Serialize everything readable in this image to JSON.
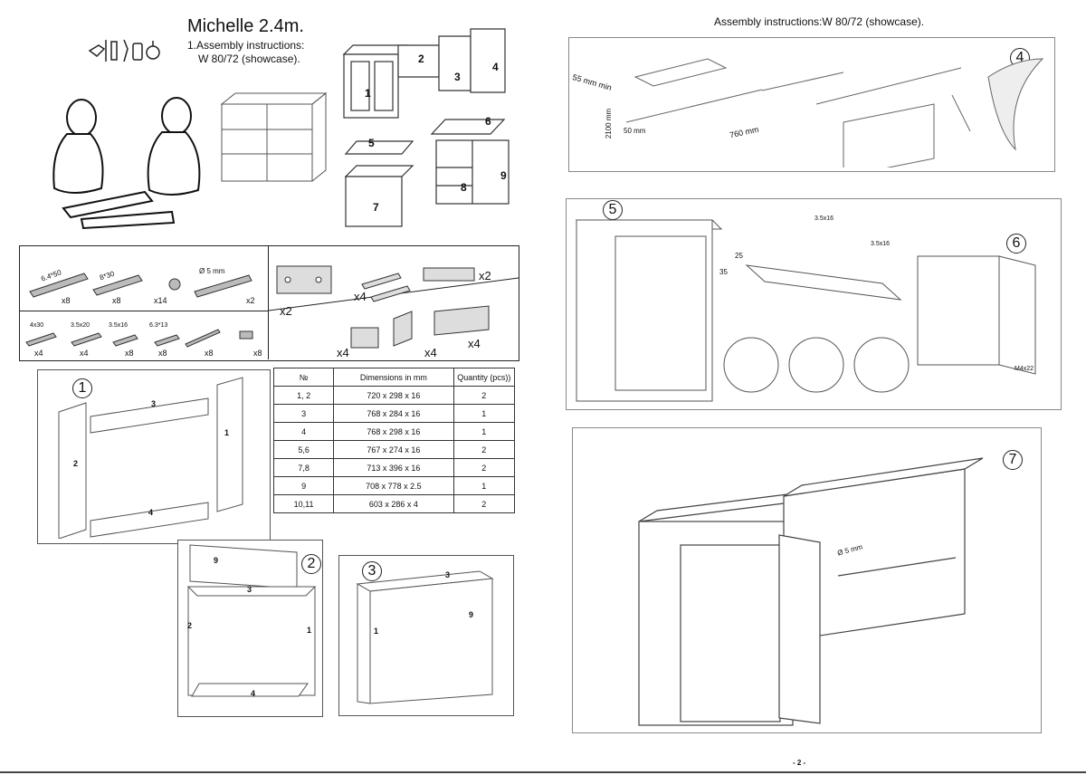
{
  "header": {
    "title": "Michelle 2.4m.",
    "subtitle_line1": "1.Assembly instructions:",
    "subtitle_line2": "W 80/72 (showcase).",
    "right_title": "Assembly instructions:W 80/72 (showcase)."
  },
  "module_labels": [
    "1",
    "2",
    "3",
    "4",
    "5",
    "6",
    "7",
    "8",
    "9"
  ],
  "hardware": {
    "screws": [
      {
        "spec": "6.4*50",
        "qty": "x8"
      },
      {
        "spec": "8*30",
        "qty": "x8"
      },
      {
        "spec": "",
        "qty": "x14"
      },
      {
        "spec": "Ø 5 mm",
        "qty": "x2"
      }
    ],
    "small": [
      {
        "spec": "4x30",
        "qty": "x4"
      },
      {
        "spec": "3.5x20",
        "qty": "x4"
      },
      {
        "spec": "3.5x16",
        "qty": "x8"
      },
      {
        "spec": "6.3*13",
        "qty": "x8"
      },
      {
        "spec": "",
        "qty": "x8"
      },
      {
        "spec": "",
        "qty": "x8"
      }
    ],
    "right": [
      {
        "qty": "x2"
      },
      {
        "qty": "x4"
      },
      {
        "qty": "x2"
      },
      {
        "qty": "x4"
      },
      {
        "qty": "x4"
      },
      {
        "qty": "x4"
      }
    ]
  },
  "table": {
    "headers": [
      "№",
      "Dimensions in mm",
      "Quantity  (pcs))"
    ],
    "rows": [
      [
        "1, 2",
        "720 x 298 x 16",
        "2"
      ],
      [
        "3",
        "768 x 284 x 16",
        "1"
      ],
      [
        "4",
        "768 x 298 x 16",
        "1"
      ],
      [
        "5,6",
        "767 x 274 x 16",
        "2"
      ],
      [
        "7,8",
        "713 x 396 x 16",
        "2"
      ],
      [
        "9",
        "708 x 778 x 2.5",
        "1"
      ],
      [
        "10,11",
        "603 x 286 x 4",
        "2"
      ]
    ]
  },
  "steps": {
    "s1": "1",
    "s2": "2",
    "s3": "3",
    "s4": "4",
    "s5": "5",
    "s6": "6",
    "s7": "7"
  },
  "step_labels": {
    "p1": "1",
    "p2": "2",
    "p3": "3",
    "p4": "4",
    "p9": "9"
  },
  "measurements": {
    "m55": "55 mm min",
    "m2100": "2100 mm",
    "m50": "50 mm",
    "m760": "760 mm",
    "s35x16": "3.5x16",
    "s25": "25",
    "s35": "35",
    "s5": "Ø 5 mm",
    "s6x13": "6.3*13",
    "sm4": "M4x22"
  },
  "page_number": "- 2 -"
}
